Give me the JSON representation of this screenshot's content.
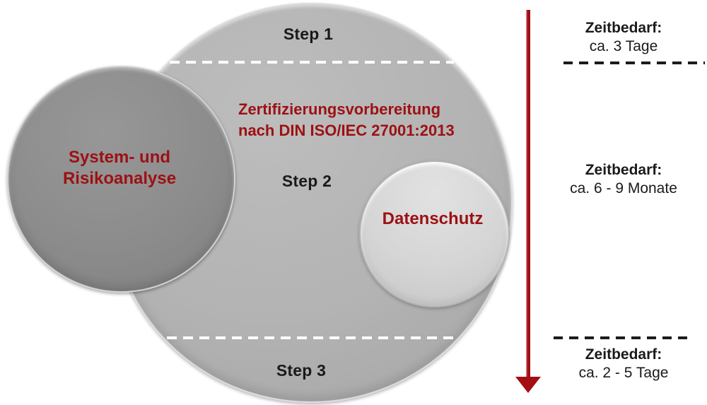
{
  "diagram": {
    "main_circle": {
      "title_line1": "Zertifizierungsvorbereitung",
      "title_line2": "nach DIN ISO/IEC 27001:2013",
      "steps": [
        "Step 1",
        "Step 2",
        "Step 3"
      ]
    },
    "left_circle": {
      "label_line1": "System- und",
      "label_line2": "Risikoanalyse"
    },
    "inner_circle": {
      "label": "Datenschutz"
    },
    "timeline": [
      {
        "heading": "Zeitbedarf:",
        "duration": "ca. 3 Tage"
      },
      {
        "heading": "Zeitbedarf:",
        "duration": "ca. 6 - 9 Monate"
      },
      {
        "heading": "Zeitbedarf:",
        "duration": "ca. 2 - 5 Tage"
      }
    ],
    "colors": {
      "accent_red": "#9d1013",
      "arrow_red": "#a30f13",
      "big_circle_gray": "#b3b3b3",
      "left_circle_gray": "#8c8c8c",
      "inner_circle_gray": "#d5d5d5",
      "dash_white": "#ffffff",
      "dash_black": "#1c1c1c"
    }
  }
}
